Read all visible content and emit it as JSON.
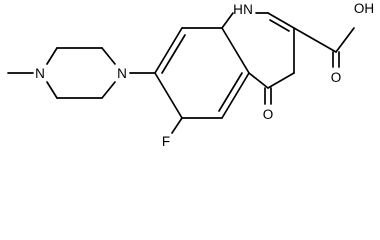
{
  "molecule": {
    "atoms": {
      "nh": "N",
      "nh_h": "H",
      "cooh": "OH",
      "cooh_o": "O",
      "ketone_o": "O",
      "fluorine": "F",
      "piperazine_n1": "N",
      "piperazine_n4": "N"
    }
  },
  "colors": {
    "bond": "#000000",
    "text": "#000000",
    "background": "#ffffff"
  }
}
